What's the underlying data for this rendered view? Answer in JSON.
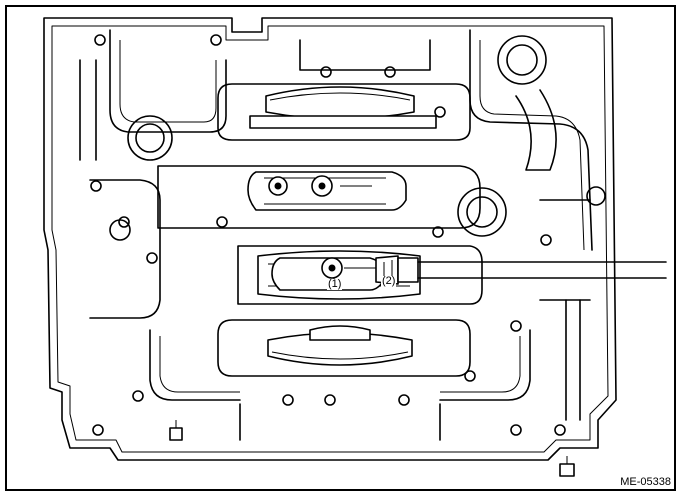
{
  "labels": {
    "part_1": "(1)",
    "part_2": "(2)"
  },
  "figure_id": "ME-05338"
}
